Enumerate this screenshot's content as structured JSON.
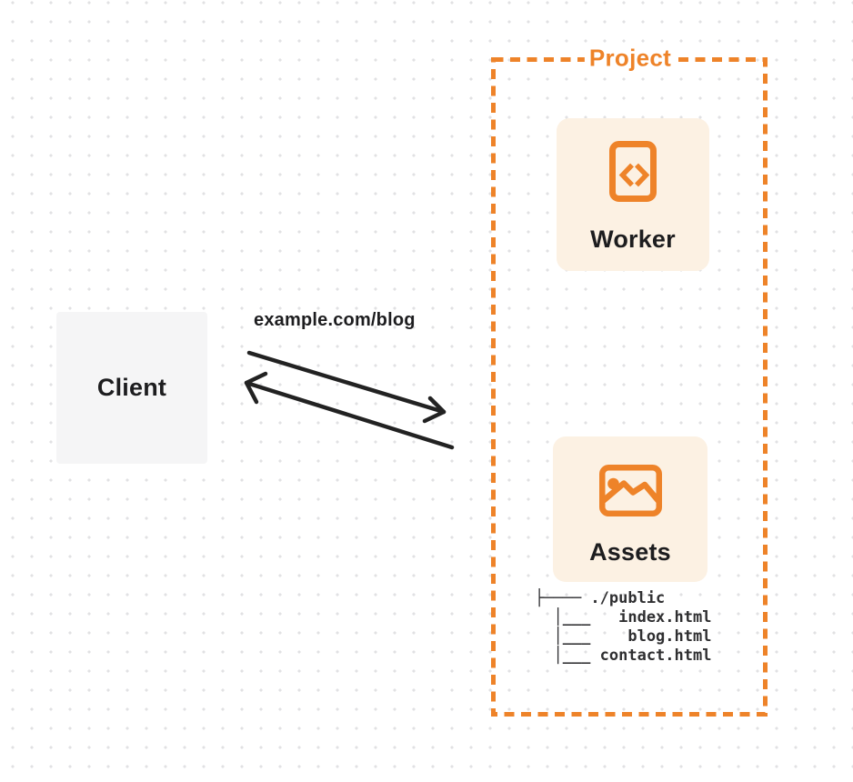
{
  "client": {
    "label": "Client"
  },
  "request": {
    "label": "example.com/blog"
  },
  "project": {
    "label": "Project",
    "worker": {
      "label": "Worker",
      "icon": "code-file-icon"
    },
    "assets": {
      "label": "Assets",
      "icon": "image-icon"
    },
    "file_tree": {
      "lines": [
        "├──── ./public",
        "  │___   index.html",
        "  │___    blog.html",
        "  │___ contact.html"
      ]
    }
  },
  "colors": {
    "accent_orange": "#EE8329",
    "card_background": "#FCF1E3",
    "client_background": "#F5F5F6",
    "text_dark": "#1D1D1F",
    "arrow": "#222222",
    "dot_grid": "#E1E1E3",
    "page_background": "#FFFFFF"
  }
}
